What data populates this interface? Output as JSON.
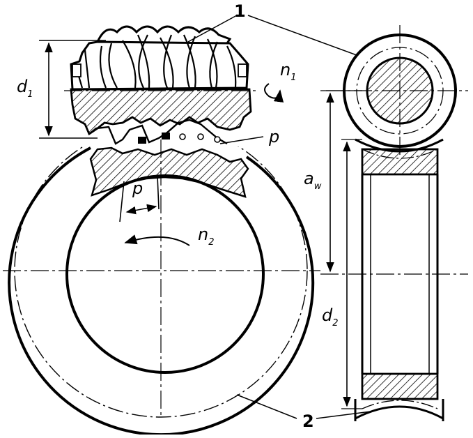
{
  "labels": {
    "worm_number": "1",
    "wheel_number": "2",
    "d1_main": "d",
    "d1_sub": "1",
    "n1_main": "n",
    "n1_sub": "1",
    "p_worm": "p",
    "p_wheel": "p",
    "n2_main": "n",
    "n2_sub": "2",
    "aw_main": "a",
    "aw_sub": "w",
    "d2_main": "d",
    "d2_sub": "2"
  }
}
